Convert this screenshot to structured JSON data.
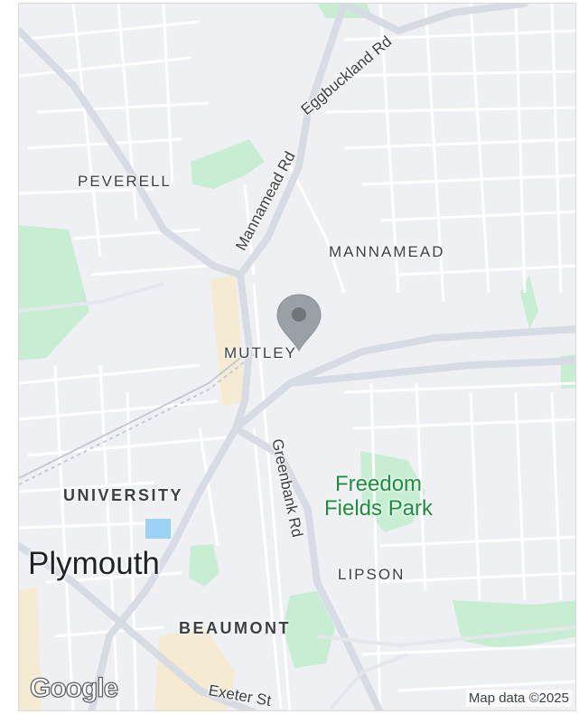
{
  "map": {
    "districts": {
      "peverell": "PEVERELL",
      "mannamead": "MANNAMEAD",
      "mutley": "MUTLEY",
      "university": "UNIVERSITY",
      "lipson": "LIPSON",
      "beaumont": "BEAUMONT"
    },
    "city": "Plymouth",
    "roads": {
      "eggbuckland": "Eggbuckland Rd",
      "mannamead": "Mannamead Rd",
      "greenbank": "Greenbank Rd",
      "exeter": "Exeter St"
    },
    "park": {
      "line1": "Freedom",
      "line2": "Fields Park"
    },
    "marker": "map-pin-icon"
  },
  "footer": {
    "logo": "Google",
    "attribution": "Map data ©2025"
  },
  "colors": {
    "background": "#eef0f3",
    "road": "#ffffff",
    "major_road": "#d7dbe3",
    "park": "#c3ecd0",
    "water": "#9cd3f5",
    "pin": "#9aa0a6",
    "park_label": "#1e8e3e"
  }
}
